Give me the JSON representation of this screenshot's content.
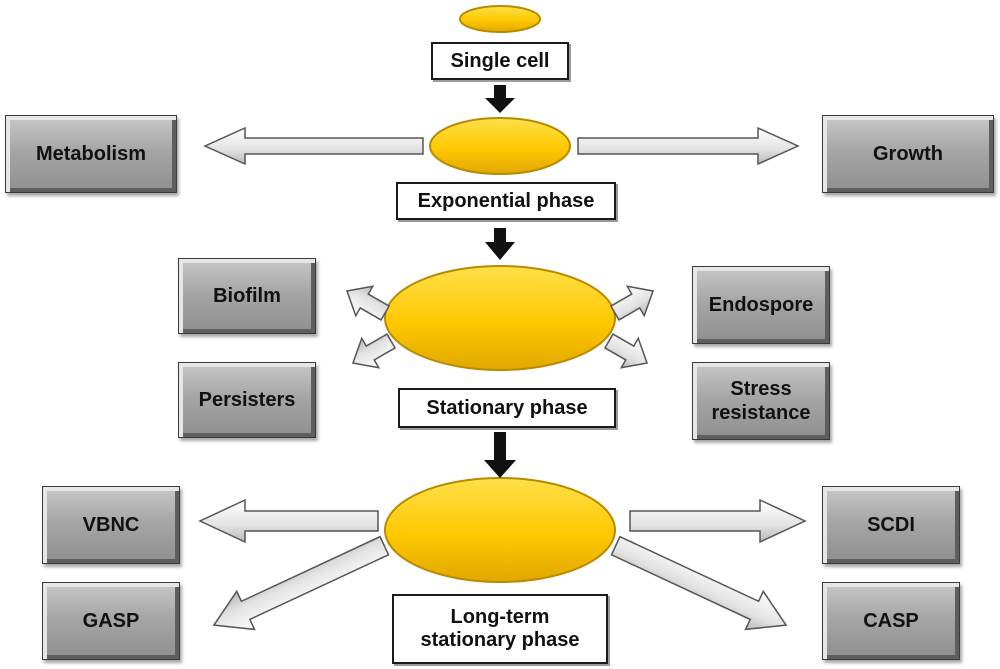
{
  "colors": {
    "cell_fill": "#FFC800",
    "cell_stroke": "#B88A00",
    "box_gradient_top": "#c9c9c9",
    "box_gradient_bottom": "#8f8f8f",
    "arrow_fill": "#e8e8e8",
    "arrow_stroke": "#555555",
    "down_arrow": "#111111"
  },
  "phases": {
    "single_cell": "Single cell",
    "exponential": "Exponential phase",
    "stationary": "Stationary phase",
    "long_term": "Long-term\nstationary phase"
  },
  "outcomes": {
    "metabolism": "Metabolism",
    "growth": "Growth",
    "biofilm": "Biofilm",
    "persisters": "Persisters",
    "endospore": "Endospore",
    "stress_resistance": "Stress\nresistance",
    "vbnc": "VBNC",
    "gasp": "GASP",
    "scdi": "SCDI",
    "casp": "CASP"
  }
}
